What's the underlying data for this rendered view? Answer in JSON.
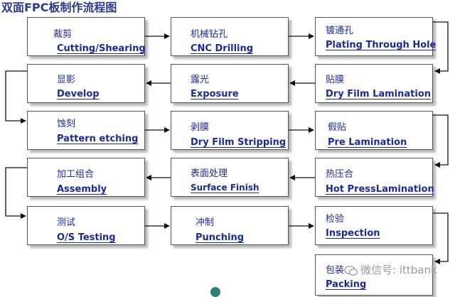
{
  "title": "双面FPC板制作流程图",
  "watermark": "微信号: ittbank",
  "boxes": [
    {
      "zh": "裁剪",
      "en": "Cutting/Shearing"
    },
    {
      "zh": "机械钻孔",
      "en": "CNC Drilling"
    },
    {
      "zh": "镀通孔",
      "en": "Plating Through Hole"
    },
    {
      "zh": "显影",
      "en": "Develop"
    },
    {
      "zh": "露光",
      "en": "Exposure"
    },
    {
      "zh": "贴膜",
      "en": "Dry Film Lamination"
    },
    {
      "zh": "蚀刻",
      "en": "Pattern etching"
    },
    {
      "zh": "剥膜",
      "en": "Dry Film Stripping"
    },
    {
      "zh": "假贴",
      "en": "Pre Lamination"
    },
    {
      "zh": "加工组合",
      "en": "Assembly"
    },
    {
      "zh": "表面处理",
      "en": "Surface  Finish"
    },
    {
      "zh": "热压合",
      "en": "Hot PressLamination"
    },
    {
      "zh": "测试",
      "en": "O/S Testing"
    },
    {
      "zh": "冲制",
      "en": "Punching"
    },
    {
      "zh": "检验",
      "en": "Inspection"
    },
    {
      "zh": "包装",
      "en": "Packing"
    }
  ]
}
